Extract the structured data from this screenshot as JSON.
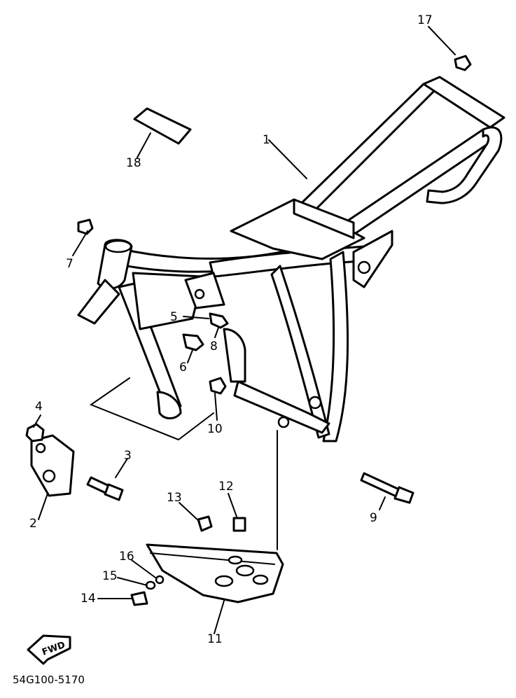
{
  "callouts": {
    "c1": "1",
    "c2": "2",
    "c3": "3",
    "c4": "4",
    "c5": "5",
    "c6": "6",
    "c7": "7",
    "c8": "8",
    "c9": "9",
    "c10": "10",
    "c11": "11",
    "c12": "12",
    "c13": "13",
    "c14": "14",
    "c15": "15",
    "c16": "16",
    "c17": "17",
    "c18": "18"
  },
  "fwd_label": "FWD",
  "diagram_code": "54G100-5170"
}
